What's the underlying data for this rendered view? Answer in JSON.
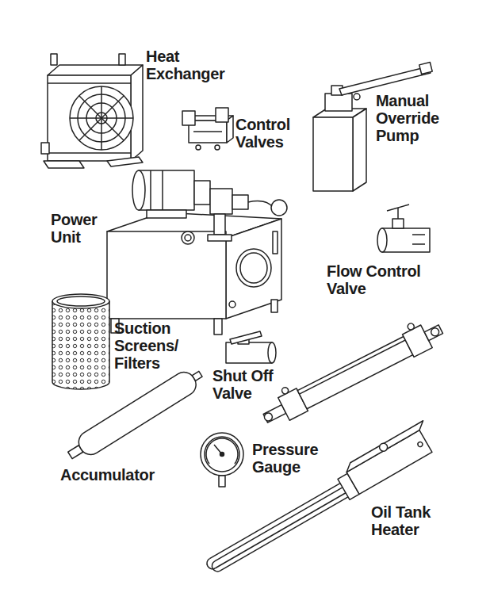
{
  "diagram": {
    "labels": [
      "Heat Exchanger",
      "Control Valves",
      "Manual Override Pump",
      "Power Unit",
      "Flow Control Valve",
      "Suction Screens/ Filters",
      "Shut Off Valve",
      "Accumulator",
      "Pressure Gauge",
      "Oil Tank Heater"
    ]
  }
}
